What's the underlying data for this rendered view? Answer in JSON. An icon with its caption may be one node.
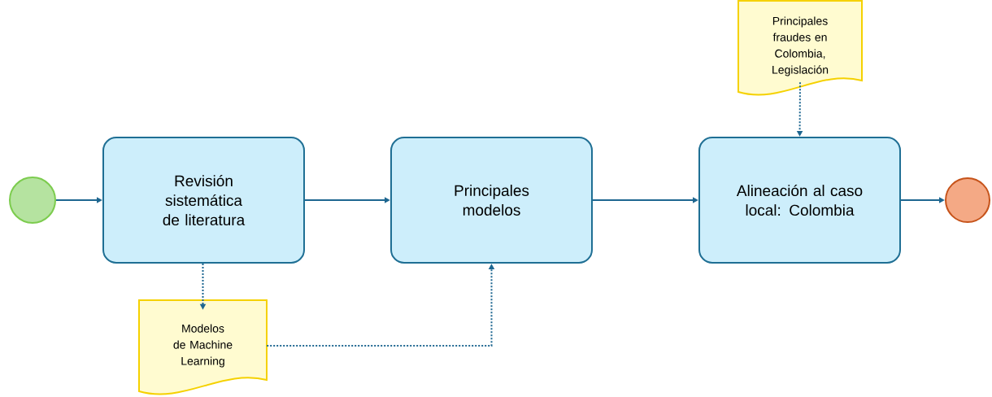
{
  "diagram": {
    "nodes": [
      {
        "text": [],
        "shape": "circle"
      },
      {
        "text": [
          "Revisión sistemática de literatura"
        ]
      },
      {
        "text": [
          "Principales modelos"
        ]
      },
      {
        "text": [
          "Alineación al caso local: Colombia"
        ]
      },
      {
        "text": [],
        "shape": "circle"
      },
      {
        "text": [
          "Modelos de Machine Learning"
        ]
      },
      {
        "text": [
          "Principales fraudes en Colombia, Legislación"
        ]
      }
    ],
    "edges": [
      {
        "from": 0,
        "to": 1,
        "arrow": "to"
      },
      {
        "from": 1,
        "to": 2,
        "arrow": "to"
      },
      {
        "from": 2,
        "to": 3,
        "arrow": "to"
      },
      {
        "from": 3,
        "to": 4,
        "arrow": "to"
      },
      {
        "from": 1,
        "to": 5,
        "arrow": "to",
        "style": "dashed"
      },
      {
        "from": 5,
        "to": 2,
        "arrow": "to",
        "style": "dashed"
      },
      {
        "from": 6,
        "to": 3,
        "arrow": "to",
        "style": "dashed"
      }
    ]
  }
}
